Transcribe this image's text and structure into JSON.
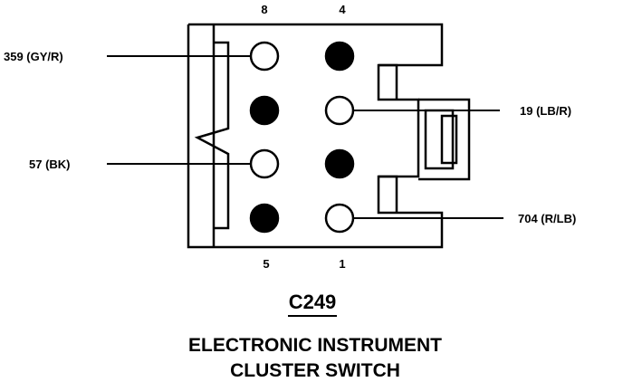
{
  "connector": {
    "code": "C249",
    "name_lines": [
      "ELECTRONIC INSTRUMENT",
      "CLUSTER SWITCH"
    ]
  },
  "cavities": [
    {
      "number": "8",
      "filled": false
    },
    {
      "number": "4",
      "filled": true
    },
    {
      "number": "",
      "filled": true
    },
    {
      "number": "",
      "filled": false
    },
    {
      "number": "",
      "filled": false
    },
    {
      "number": "",
      "filled": true
    },
    {
      "number": "5",
      "filled": true
    },
    {
      "number": "1",
      "filled": false
    }
  ],
  "wires": [
    {
      "circuit": "359",
      "color": "GY/R",
      "label": "359 (GY/R)"
    },
    {
      "circuit": "19",
      "color": "LB/R",
      "label": "19 (LB/R)"
    },
    {
      "circuit": "57",
      "color": "BK",
      "label": "57 (BK)"
    },
    {
      "circuit": "704",
      "color": "R/LB",
      "label": "704 (R/LB)"
    }
  ],
  "colors": {
    "ink": "#000000",
    "paper": "#ffffff"
  }
}
